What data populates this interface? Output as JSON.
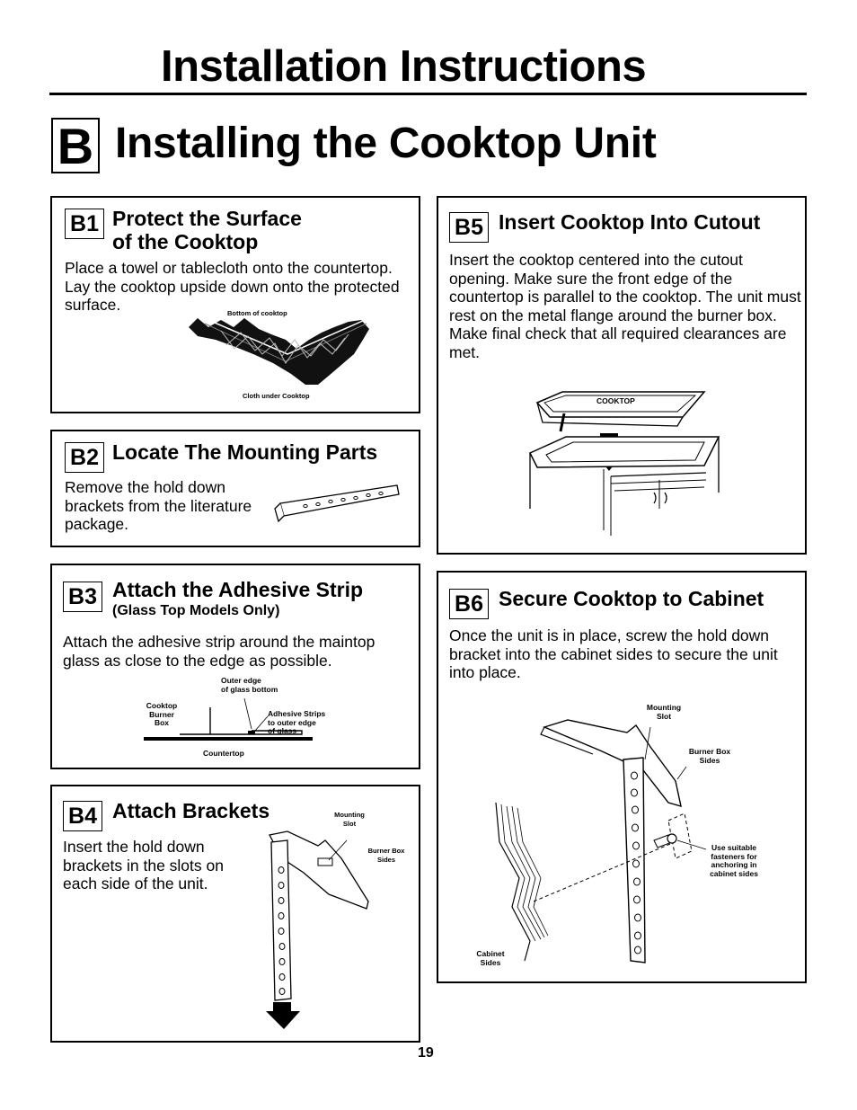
{
  "header": {
    "title": "Installation Instructions",
    "section_letter": "B",
    "section_title": "Installing the Cooktop Unit"
  },
  "steps": {
    "b1": {
      "badge": "B1",
      "title_line1": "Protect the Surface",
      "title_line2": "of the Cooktop",
      "body": "Place a towel or tablecloth onto the countertop. Lay the cooktop upside down onto the protected surface.",
      "labels": {
        "top": "Bottom of cooktop",
        "bottom": "Cloth under Cooktop"
      }
    },
    "b2": {
      "badge": "B2",
      "title": "Locate The Mounting Parts",
      "body": "Remove the hold down brackets from the literature package."
    },
    "b3": {
      "badge": "B3",
      "title": "Attach the Adhesive Strip",
      "subtitle": "(Glass Top Models Only)",
      "body": "Attach the adhesive strip around the maintop glass as close to the edge as possible.",
      "labels": {
        "outer_edge": "Outer edge\nof glass bottom",
        "burner_box": "Cooktop\nBurner\nBox",
        "adhesive": "Adhesive Strips\nto outer edge\nof glass",
        "countertop": "Countertop"
      }
    },
    "b4": {
      "badge": "B4",
      "title": "Attach Brackets",
      "body": "Insert the hold down brackets in the slots on each side of the unit.",
      "labels": {
        "mounting_slot": "Mounting\nSlot",
        "burner_box_sides": "Burner Box\nSides"
      }
    },
    "b5": {
      "badge": "B5",
      "title": "Insert Cooktop Into Cutout",
      "body": "Insert the cooktop centered into the cutout opening. Make sure the front edge of the countertop is parallel to the cooktop. The unit must rest on the metal flange around the burner box. Make final check that all required clearances are met.",
      "labels": {
        "cooktop": "COOKTOP"
      }
    },
    "b6": {
      "badge": "B6",
      "title": "Secure Cooktop to Cabinet",
      "body": "Once the unit is in place, screw the hold down bracket into the cabinet sides to secure the unit into place.",
      "labels": {
        "mounting_slot": "Mounting\nSlot",
        "burner_box_sides": "Burner Box\nSides",
        "fasteners": "Use suitable\nfasteners for\nanchoring in\ncabinet sides",
        "cabinet_sides": "Cabinet\nSides"
      }
    }
  },
  "footer": {
    "page_number": "19"
  }
}
